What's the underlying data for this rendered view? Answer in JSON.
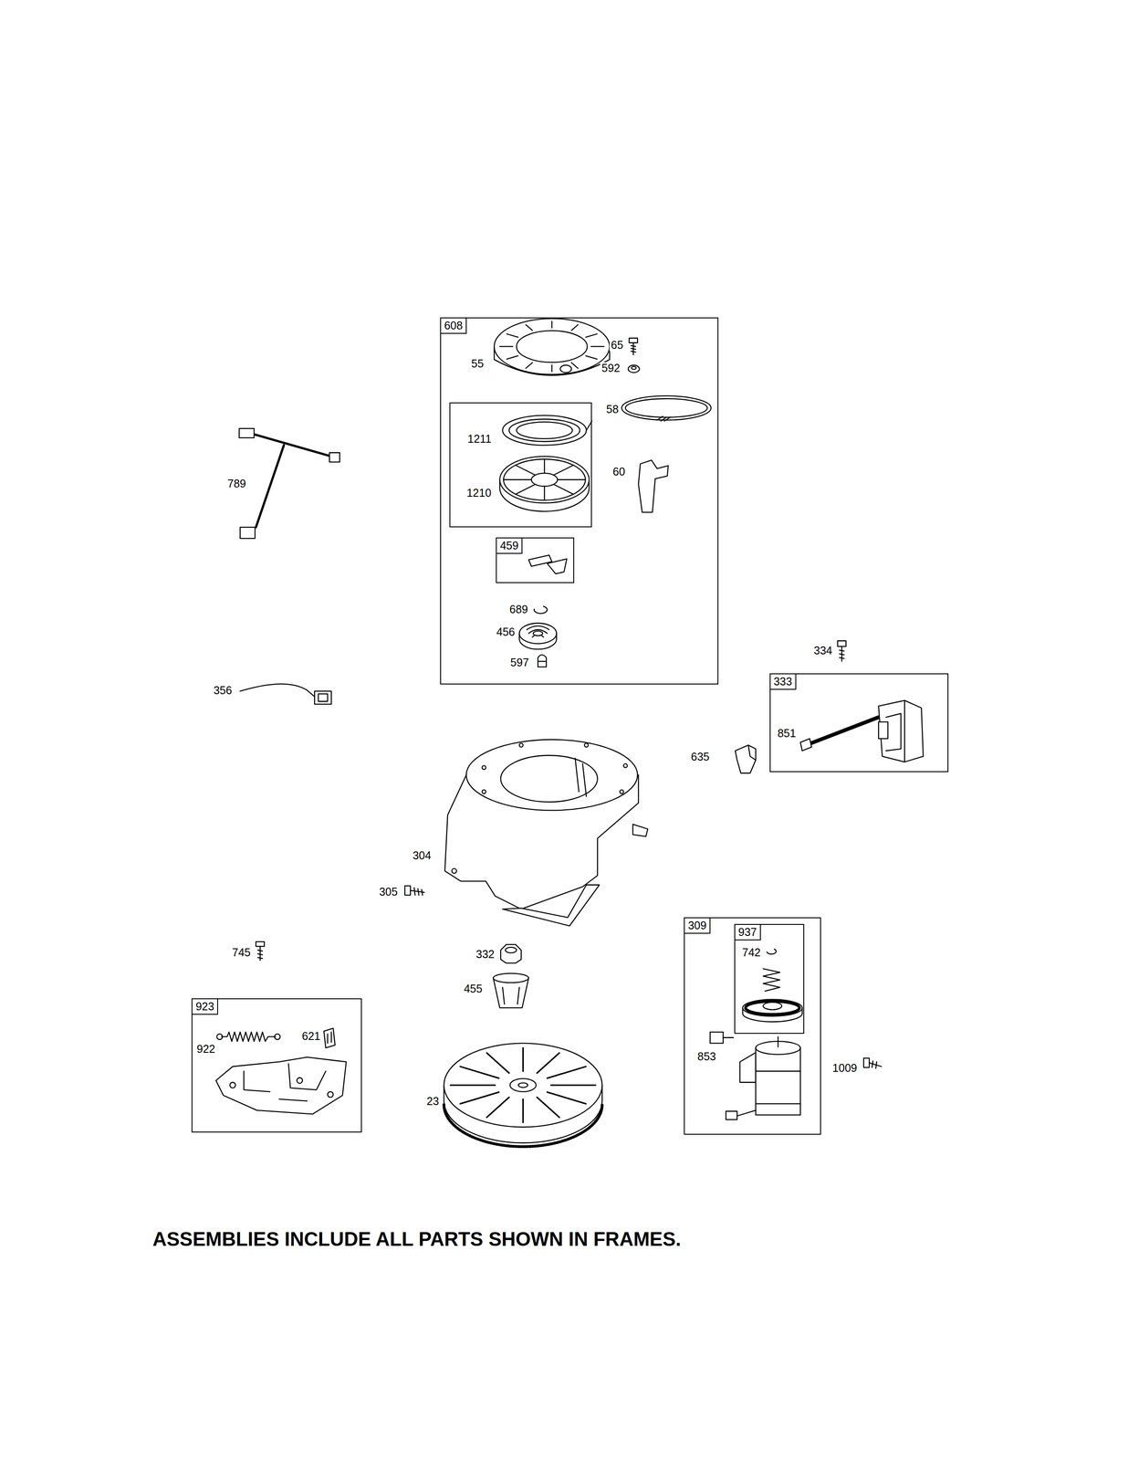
{
  "diagram": {
    "caption": "ASSEMBLIES INCLUDE ALL PARTS SHOWN IN FRAMES.",
    "nodes": [
      {
        "text": [
          "608",
          "55",
          "65",
          "592",
          "58",
          "60",
          "689",
          "456",
          "597"
        ]
      },
      {
        "text": [
          "1211",
          "1210"
        ],
        "in": 0
      },
      {
        "text": [
          "459"
        ],
        "in": 0
      },
      {
        "text": [
          "333",
          "851"
        ]
      },
      {
        "text": [
          "309",
          "853"
        ]
      },
      {
        "text": [
          "937",
          "742"
        ],
        "in": 4
      },
      {
        "text": [
          "923",
          "922",
          "621"
        ]
      }
    ],
    "labels": [
      "789",
      "334",
      "356",
      "635",
      "304",
      "305",
      "745",
      "332",
      "455",
      "1009",
      "23"
    ]
  }
}
